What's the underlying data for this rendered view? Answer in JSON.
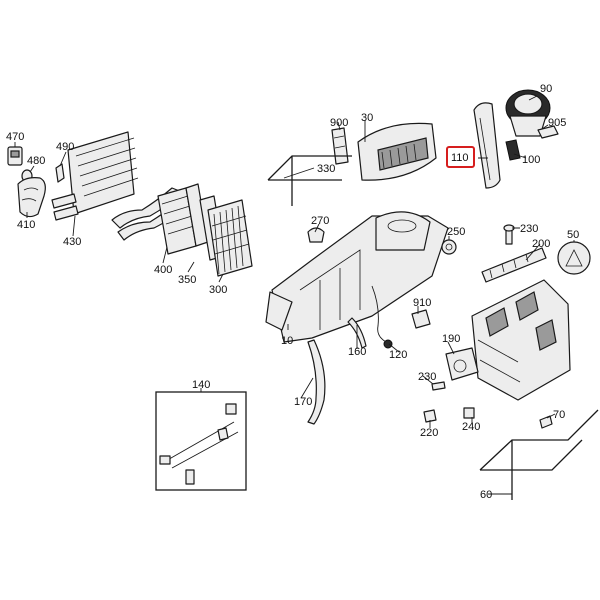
{
  "callouts": {
    "c470": "470",
    "c490": "490",
    "c480": "480",
    "c410": "410",
    "c430": "430",
    "c400": "400",
    "c350": "350",
    "c300": "300",
    "c900": "900",
    "c30": "30",
    "c330": "330",
    "c90": "90",
    "c905": "905",
    "c110": "110",
    "c100": "100",
    "c270": "270",
    "c250": "250",
    "c230a": "230",
    "c200": "200",
    "c50": "50",
    "c910": "910",
    "c10": "10",
    "c160": "160",
    "c120": "120",
    "c170": "170",
    "c190": "190",
    "c230b": "230",
    "c240": "240",
    "c220": "220",
    "c70": "70",
    "c140": "140",
    "c60": "60"
  },
  "highlight": {
    "part": "110",
    "color": "#d61e1e"
  }
}
